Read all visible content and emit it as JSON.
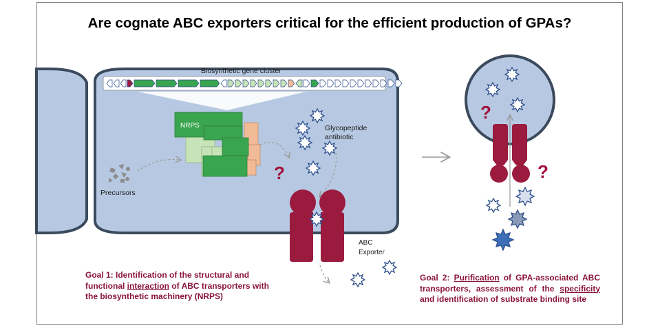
{
  "title": "Are cognate ABC exporters critical for the efficient production of GPAs?",
  "labels": {
    "gene_cluster": "Biosynthetic gene cluster",
    "nrps": "NRPS",
    "glycopeptide": "Glycopeptide antibiotic",
    "precursors": "Precursors",
    "abc_exporter": "ABC Exporter"
  },
  "question_mark": "?",
  "goal1": {
    "prefix": "Goal 1: Identification of the structural and functional ",
    "keyword": "interaction",
    "suffix": " of ABC transporters with the biosynthetic machinery (NRPS)"
  },
  "goal2": {
    "prefix": "Goal 2: ",
    "keyword1": "Purification",
    "mid": " of GPA-associated ABC transporters, assessment of the ",
    "keyword2": "specificity",
    "suffix": " and  identification of substrate binding site"
  },
  "colors": {
    "cell_fill": "#b7c9e2",
    "cell_border": "#3b4a5c",
    "transporter": "#9b1b3f",
    "nrps_dark": "#3aa54f",
    "nrps_light": "#c7e3b8",
    "nrps_peach": "#f2bb97",
    "star_border": "#2e4f8c",
    "goal_text": "#8a1538"
  },
  "icons": [
    "star-molecule-icon",
    "arrow-icon",
    "question-mark-icon",
    "gene-arrow-icon"
  ]
}
